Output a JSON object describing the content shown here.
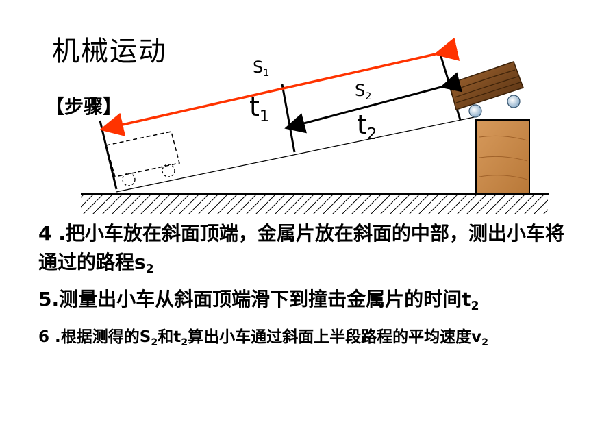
{
  "title": "机械运动",
  "step_tag": "【步骤】",
  "labels": {
    "s1": {
      "base": "S",
      "sub": "1"
    },
    "t1": {
      "base": "t",
      "sub": "1"
    },
    "s2": {
      "base": "S",
      "sub": "2"
    },
    "t2": {
      "base": "t",
      "sub": "2"
    }
  },
  "steps": {
    "step4": {
      "text": "4 .把小车放在斜面顶端，金属片放在斜面的中部，测出小车将通过的路程s",
      "sub": "2"
    },
    "step5": {
      "text": "5.测量出小车从斜面顶端滑下到撞击金属片的时间t",
      "sub": "2"
    },
    "step6": {
      "part1": "6 .根据测得的S",
      "sub1": "2",
      "part2": "和t",
      "sub2": "2",
      "part3": "算出小车通过斜面上半段路程的平均速度v",
      "sub3": "2"
    }
  },
  "colors": {
    "s1_arrow": "#ff3300",
    "wood": "#8b5a2b",
    "wood_dark": "#5a3414",
    "block": "#c88a4c"
  }
}
